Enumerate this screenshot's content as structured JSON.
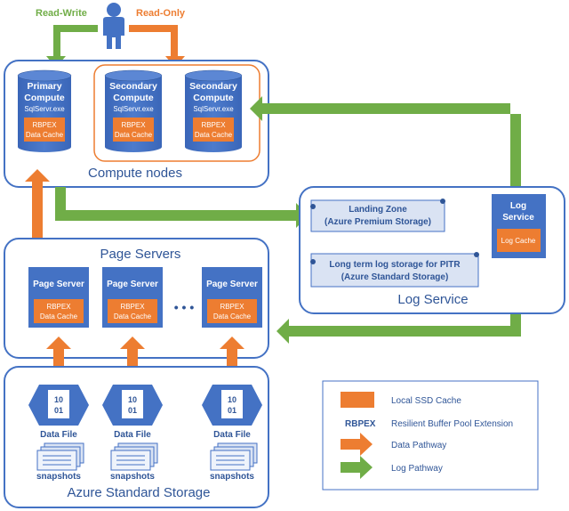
{
  "user": {
    "read_write": "Read-Write",
    "read_only": "Read-Only"
  },
  "compute": {
    "primary": {
      "title1": "Primary",
      "title2": "Compute",
      "exe": "SqlServr.exe",
      "cache1": "RBPEX",
      "cache2": "Data Cache"
    },
    "secondary": [
      {
        "title1": "Secondary",
        "title2": "Compute",
        "exe": "SqlServr.exe",
        "cache1": "RBPEX",
        "cache2": "Data Cache"
      },
      {
        "title1": "Secondary",
        "title2": "Compute",
        "exe": "SqlServr.exe",
        "cache1": "RBPEX",
        "cache2": "Data Cache"
      }
    ],
    "label": "Compute nodes"
  },
  "page_servers": {
    "label": "Page Servers",
    "items": [
      {
        "title": "Page Server",
        "cache1": "RBPEX",
        "cache2": "Data Cache"
      },
      {
        "title": "Page Server",
        "cache1": "RBPEX",
        "cache2": "Data Cache"
      },
      {
        "title": "Page Server",
        "cache1": "RBPEX",
        "cache2": "Data Cache"
      }
    ],
    "ellipsis": "• • •"
  },
  "log_service": {
    "label": "Log Service",
    "landing_zone1": "Landing Zone",
    "landing_zone2": "(Azure Premium Storage)",
    "long_term1": "Long term log storage for PITR",
    "long_term2": "(Azure Standard Storage)",
    "node_title1": "Log",
    "node_title2": "Service",
    "node_cache": "Log Cache"
  },
  "storage": {
    "label": "Azure Standard Storage",
    "files": [
      {
        "icon": "10 01",
        "name": "Data File",
        "snap": "snapshots"
      },
      {
        "icon": "10 01",
        "name": "Data File",
        "snap": "snapshots"
      },
      {
        "icon": "10 01",
        "name": "Data File",
        "snap": "snapshots"
      }
    ]
  },
  "legend": {
    "ssd": "Local SSD Cache",
    "rbpex_abbr": "RBPEX",
    "rbpex": "Resilient Buffer Pool Extension",
    "data": "Data Pathway",
    "log": "Log Pathway"
  },
  "colors": {
    "blue": "#4472c4",
    "orange": "#ed7d31",
    "green": "#70ad47",
    "box_border": "#4472c4",
    "cylinder": "#4a76c6"
  }
}
